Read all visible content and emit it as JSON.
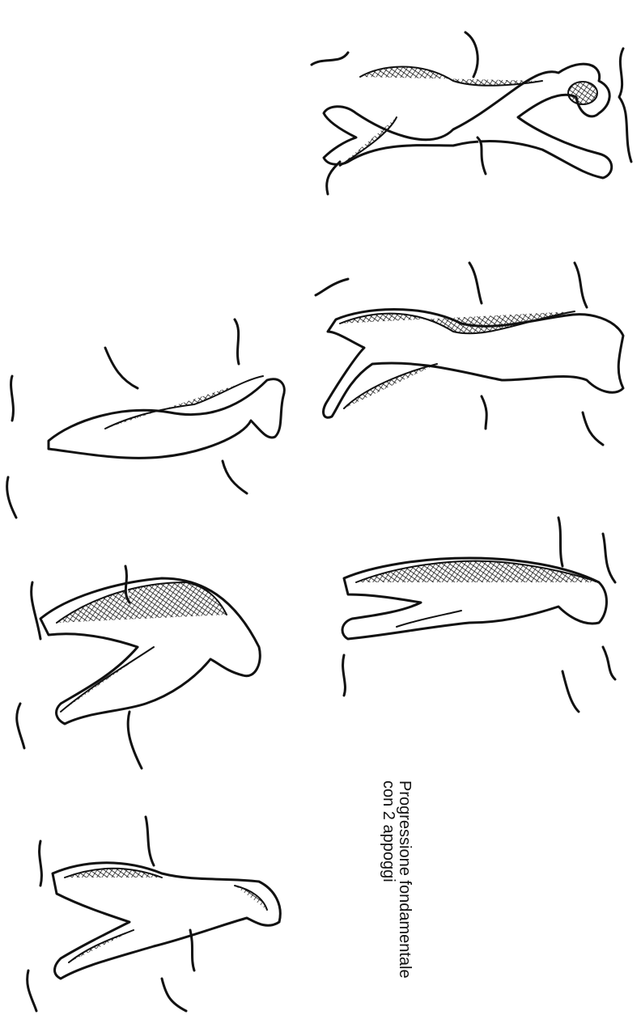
{
  "caption": {
    "line1": "Progressione fondamentale",
    "line2": "con 2 appoggi"
  },
  "figures": [
    {
      "name": "climber-top-right",
      "icon": "climber-figure"
    },
    {
      "name": "climber-middle-left",
      "icon": "climber-figure"
    },
    {
      "name": "climber-middle-right",
      "icon": "climber-figure"
    },
    {
      "name": "climber-lower-left",
      "icon": "climber-figure"
    },
    {
      "name": "climber-lower-right",
      "icon": "climber-figure"
    },
    {
      "name": "climber-bottom-left",
      "icon": "climber-figure"
    }
  ],
  "colors": {
    "ink": "#111111",
    "background": "#ffffff"
  }
}
